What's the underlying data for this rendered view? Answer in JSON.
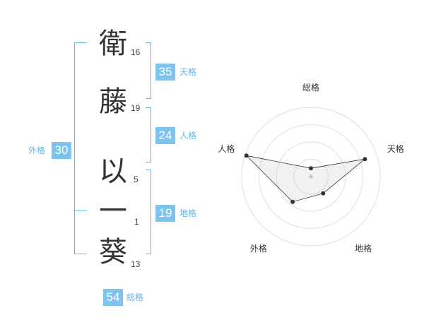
{
  "name": {
    "chars": [
      {
        "char": "衛",
        "strokes": "16"
      },
      {
        "char": "藤",
        "strokes": "19"
      },
      {
        "char": "以",
        "strokes": "5"
      },
      {
        "char": "一",
        "strokes": "1"
      },
      {
        "char": "葵",
        "strokes": "13"
      }
    ]
  },
  "kaku": {
    "tenkaku": {
      "value": "35",
      "label": "天格"
    },
    "jinkaku": {
      "value": "24",
      "label": "人格"
    },
    "chikaku": {
      "value": "19",
      "label": "地格"
    },
    "gaikaku": {
      "value": "30",
      "label": "外格"
    },
    "soukaku": {
      "value": "54",
      "label": "総格"
    }
  },
  "colors": {
    "accent": "#5fb6ea",
    "box": "#7cc3f0",
    "text": "#333333"
  },
  "chart_data": {
    "type": "radar",
    "axes": [
      "総格",
      "天格",
      "地格",
      "外格",
      "人格"
    ],
    "ring_count": 4,
    "values": [
      0.12,
      0.82,
      0.3,
      0.45,
      0.98
    ]
  }
}
